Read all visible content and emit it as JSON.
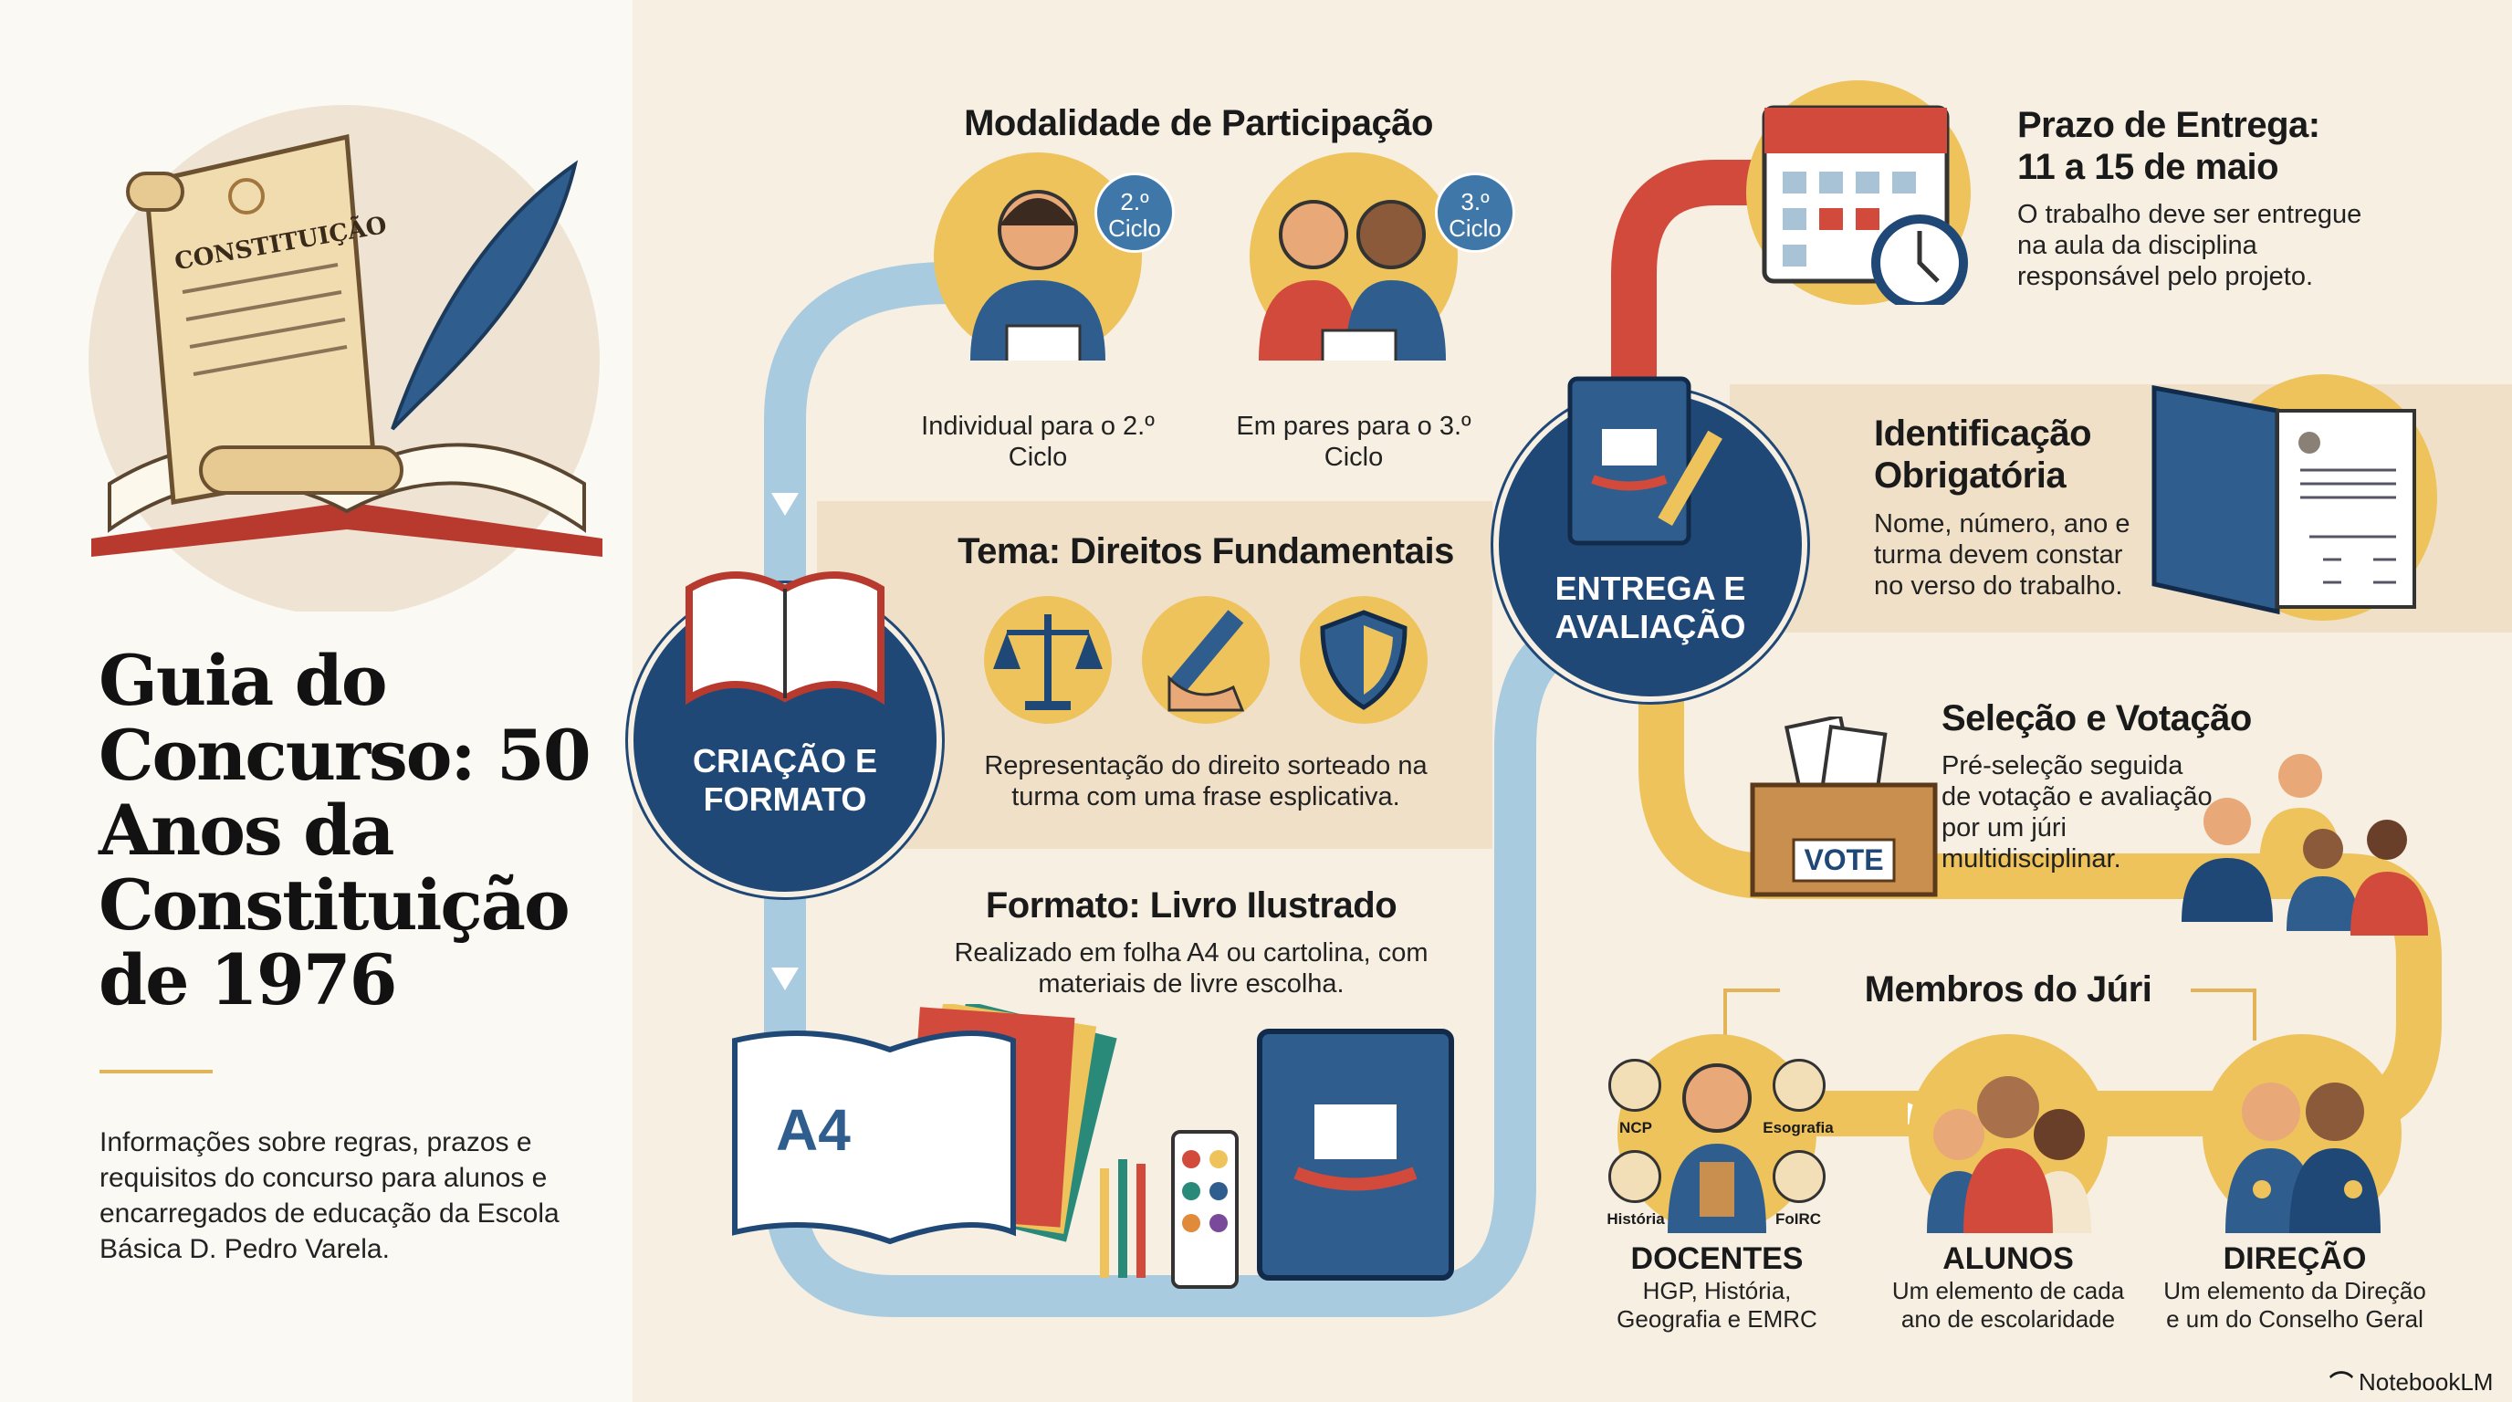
{
  "title": "Guia do Concurso: 50 Anos da Constituição de 1976",
  "description": "Informações sobre regras, prazos e requisitos do concurso para alunos e encarregados de educação da Escola Básica D. Pedro Varela.",
  "illustration": {
    "scroll_label": "CONSTITUIÇÃO"
  },
  "creation": {
    "hub_label": "CRIAÇÃO E FORMATO",
    "modality": {
      "heading": "Modalidade de Participação",
      "items": [
        {
          "badge": "2.º Ciclo",
          "caption": "Individual para o 2.º Ciclo"
        },
        {
          "badge": "3.º Ciclo",
          "caption": "Em pares para o 3.º Ciclo"
        }
      ]
    },
    "theme": {
      "heading": "Tema: Direitos Fundamentais",
      "icons": [
        "scale-icon",
        "pen-icon",
        "shield-icon"
      ],
      "text": "Representação do direito sorteado na turma com uma frase esplicativa."
    },
    "format": {
      "heading": "Formato: Livro Ilustrado",
      "text": "Realizado em folha A4 ou cartolina, com materiais de livre escolha.",
      "a4_label": "A4"
    }
  },
  "delivery": {
    "hub_label": "ENTREGA E AVALIAÇÃO",
    "deadline": {
      "heading_line1": "Prazo de Entrega:",
      "heading_line2": "11 a 15 de maio",
      "text": "O trabalho deve ser entregue na aula da disciplina responsável pelo projeto."
    },
    "identification": {
      "heading": "Identificação Obrigatória",
      "text": "Nome, número, ano e turma devem constar no verso do trabalho."
    },
    "selection": {
      "heading": "Seleção e Votação",
      "text": "Pré-seleção seguida de votação e avaliação por um júri multidisciplinar.",
      "ballot_label": "VOTE"
    }
  },
  "jury": {
    "heading": "Membros do Júri",
    "subjects": [
      "NCP",
      "Esografia",
      "História",
      "FoIRC"
    ],
    "members": [
      {
        "name": "DOCENTES",
        "text": "HGP, História, Geografia e EMRC"
      },
      {
        "name": "ALUNOS",
        "text": "Um elemento de cada ano de escolaridade"
      },
      {
        "name": "DIREÇÃO",
        "text": "Um elemento da Direção e um do Conselho Geral"
      }
    ]
  },
  "brand": "NotebookLM",
  "colors": {
    "navy": "#1f4877",
    "gold": "#eec35c",
    "red": "#d24a3c",
    "lightblue": "#9cc3da",
    "beige": "#f0e0c8"
  }
}
